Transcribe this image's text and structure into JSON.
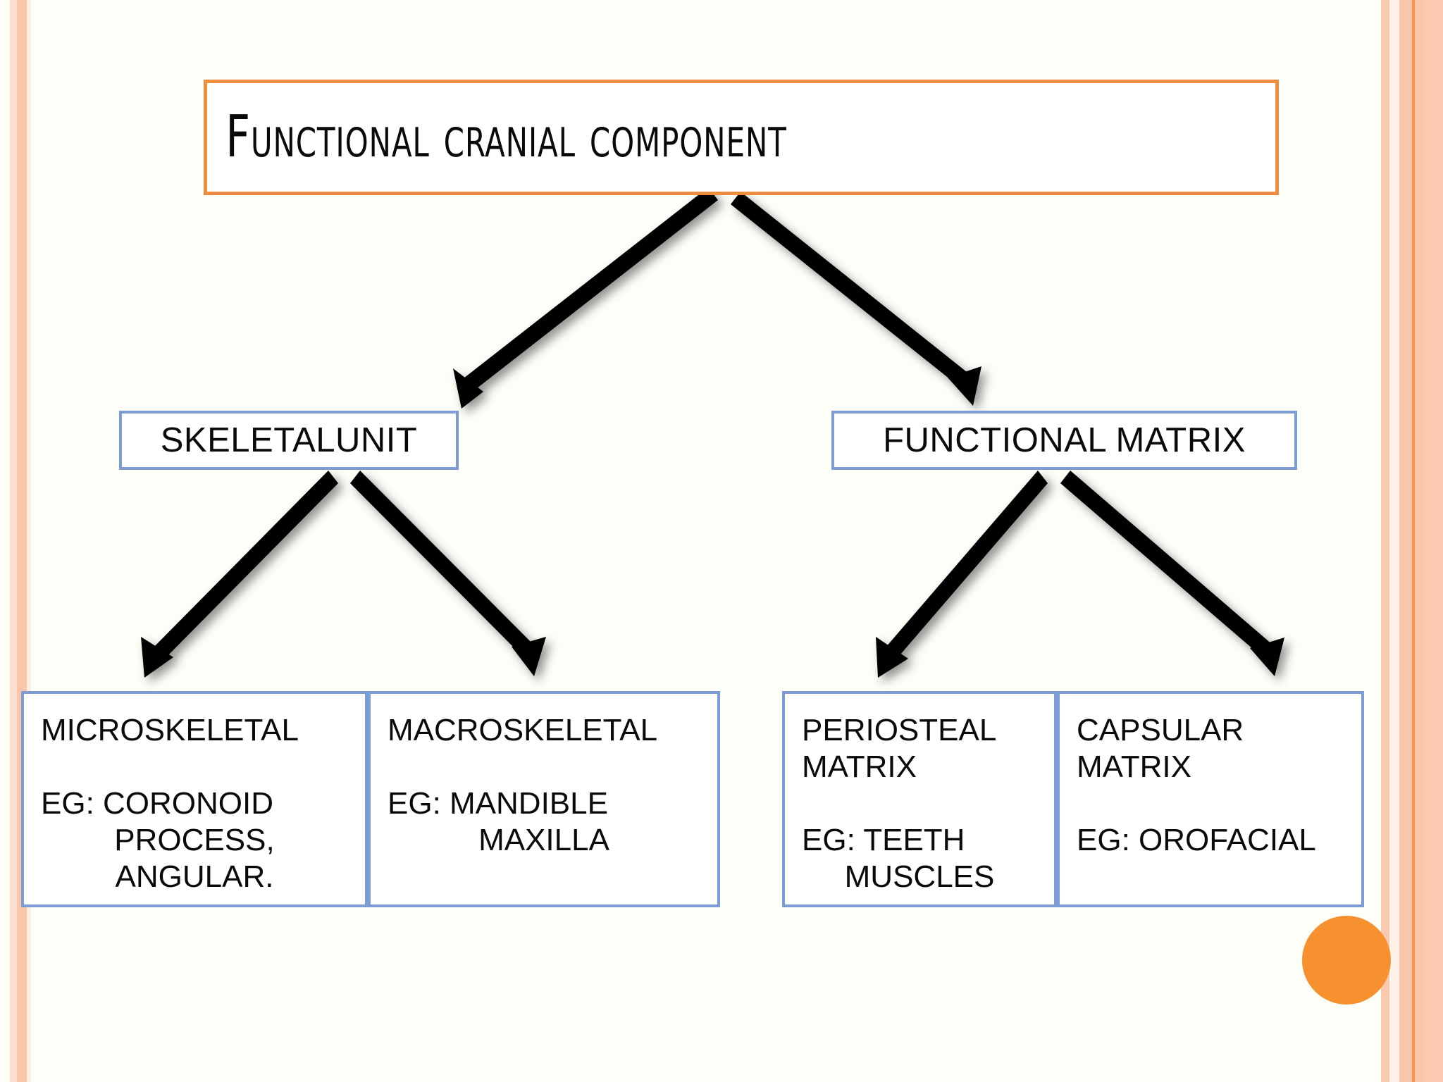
{
  "slide": {
    "background_color": "#fdfef8",
    "accent_color": "#f7902f",
    "title_border_color": "#ef8c3d",
    "node_border_color": "#7b9cd5",
    "arrow_color": "#000000"
  },
  "title": {
    "text": "Functional cranial component"
  },
  "nodes": {
    "level2": [
      {
        "id": "skeletal-unit",
        "label": "SKELETALUNIT"
      },
      {
        "id": "functional-matrix",
        "label": "FUNCTIONAL MATRIX"
      }
    ],
    "level3": [
      {
        "id": "microskeletal",
        "head": "MICROSKELETAL",
        "eg": "EG: CORONOID",
        "cont1": "PROCESS,",
        "cont2": "ANGULAR."
      },
      {
        "id": "macroskeletal",
        "head": "MACROSKELETAL",
        "eg": "EG: MANDIBLE",
        "cont1": "MAXILLA",
        "cont2": ""
      },
      {
        "id": "periosteal",
        "head": "PERIOSTEAL",
        "head2": "MATRIX",
        "eg": "EG: TEETH",
        "cont1": "MUSCLES",
        "cont2": ""
      },
      {
        "id": "capsular",
        "head": "CAPSULAR",
        "head2": "MATRIX",
        "eg": "EG: OROFACIAL",
        "cont1": "",
        "cont2": ""
      }
    ]
  },
  "connectors": [
    {
      "from": "title",
      "to": "skeletal-unit"
    },
    {
      "from": "title",
      "to": "functional-matrix"
    },
    {
      "from": "skeletal-unit",
      "to": "microskeletal"
    },
    {
      "from": "skeletal-unit",
      "to": "macroskeletal"
    },
    {
      "from": "functional-matrix",
      "to": "periosteal"
    },
    {
      "from": "functional-matrix",
      "to": "capsular"
    }
  ],
  "decorations": {
    "corner_circle": "orange-circle",
    "edge_stripes": "vertical-stripes"
  }
}
